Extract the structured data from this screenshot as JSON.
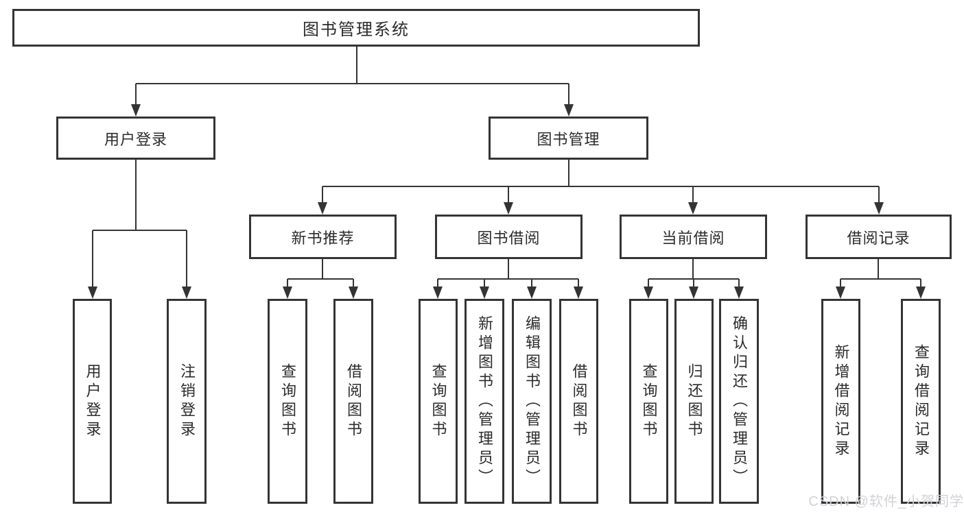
{
  "diagram": {
    "title": "图书管理系统",
    "level2": [
      {
        "label": "用户登录"
      },
      {
        "label": "图书管理"
      }
    ],
    "level3": [
      {
        "label": "新书推荐",
        "parent": "图书管理"
      },
      {
        "label": "图书借阅",
        "parent": "图书管理"
      },
      {
        "label": "当前借阅",
        "parent": "图书管理"
      },
      {
        "label": "借阅记录",
        "parent": "图书管理"
      }
    ],
    "leaves": [
      {
        "label": "用户登录",
        "parent": "用户登录"
      },
      {
        "label": "注销登录",
        "parent": "用户登录"
      },
      {
        "label": "查询图书",
        "parent": "新书推荐"
      },
      {
        "label": "借阅图书",
        "parent": "新书推荐"
      },
      {
        "label": "查询图书",
        "parent": "图书借阅"
      },
      {
        "label": "新增图书（管理员）",
        "parent": "图书借阅"
      },
      {
        "label": "编辑图书（管理员）",
        "parent": "图书借阅"
      },
      {
        "label": "借阅图书",
        "parent": "图书借阅"
      },
      {
        "label": "查询图书",
        "parent": "当前借阅"
      },
      {
        "label": "归还图书",
        "parent": "当前借阅"
      },
      {
        "label": "确认归还（管理员）",
        "parent": "当前借阅"
      },
      {
        "label": "新增借阅记录",
        "parent": "借阅记录"
      },
      {
        "label": "查询借阅记录",
        "parent": "借阅记录"
      }
    ],
    "colors": {
      "line": "#343434",
      "box_border": "#343434",
      "text": "#2b2b2b",
      "background": "#ffffff"
    }
  },
  "watermark": {
    "text": "CSDN @软件_小贺同学",
    "color": "#d1d2d6"
  }
}
